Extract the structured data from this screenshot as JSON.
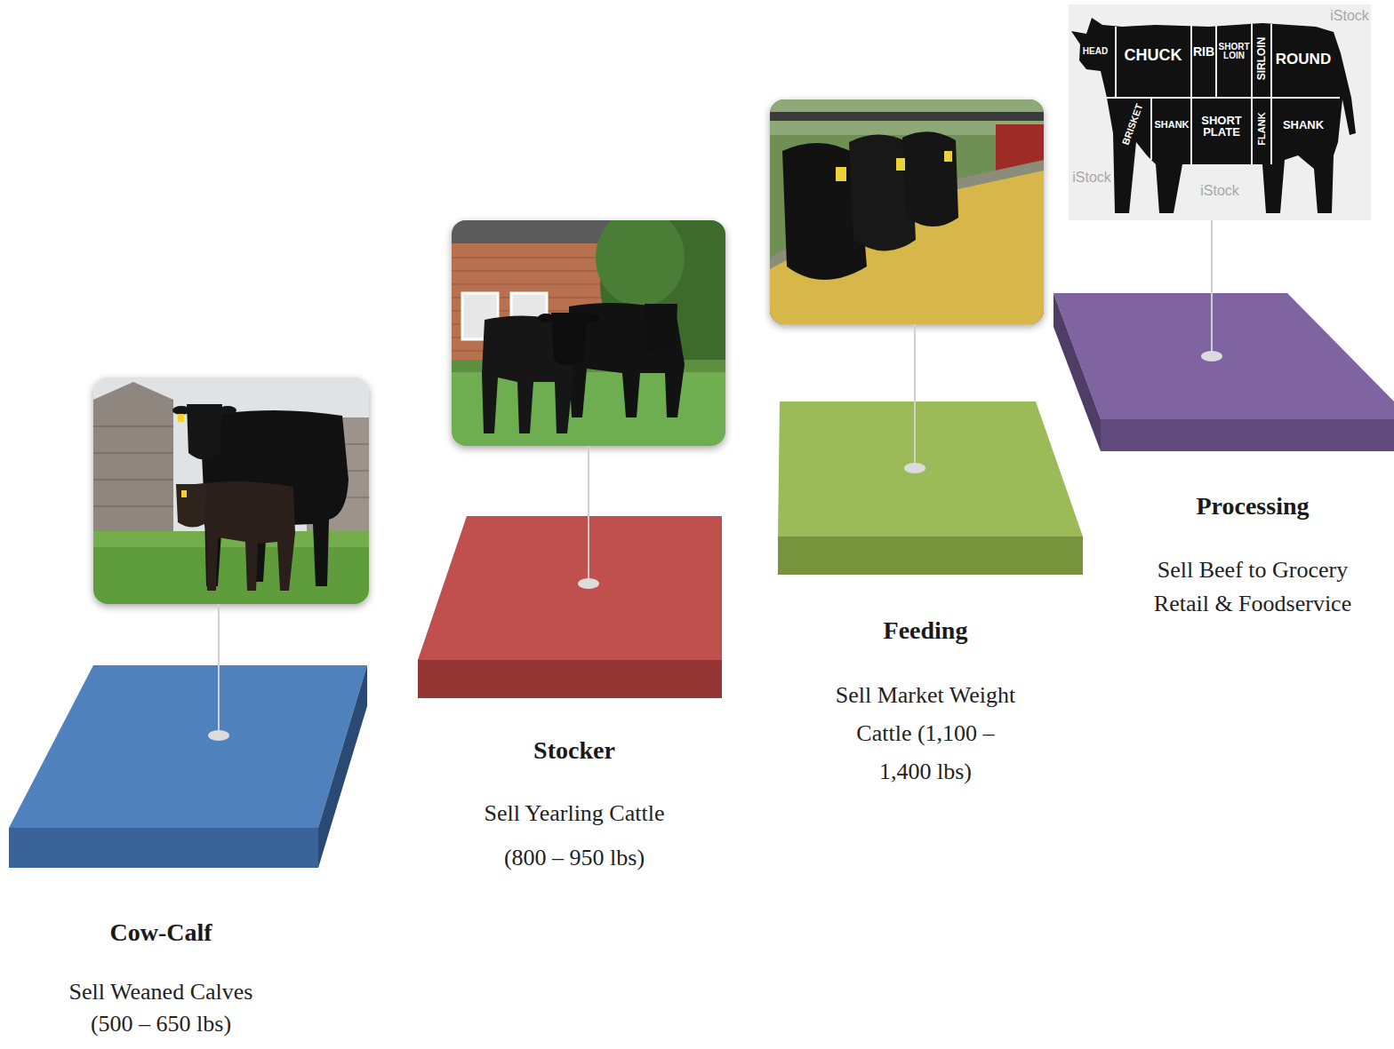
{
  "diagram": {
    "nodes": [
      {
        "text": [
          "Cow-Calf",
          "Sell Weaned Calves (500 – 650 lbs)"
        ]
      },
      {
        "text": [
          "Stocker",
          "Sell Yearling Cattle (800 – 950 lbs)"
        ]
      },
      {
        "text": [
          "Feeding",
          "Sell Market Weight Cattle (1,100 – 1,400 lbs)"
        ]
      },
      {
        "text": [
          "Processing",
          "Sell Beef to Grocery Retail & Foodservice"
        ]
      }
    ],
    "labels": [
      "HEAD",
      "CHUCK",
      "RIB",
      "SHORT LOIN",
      "SIRLOIN",
      "ROUND",
      "BRISKET",
      "SHANK",
      "SHORT PLATE",
      "FLANK",
      "SHANK",
      "iStock",
      "iStock",
      "iStock"
    ]
  }
}
